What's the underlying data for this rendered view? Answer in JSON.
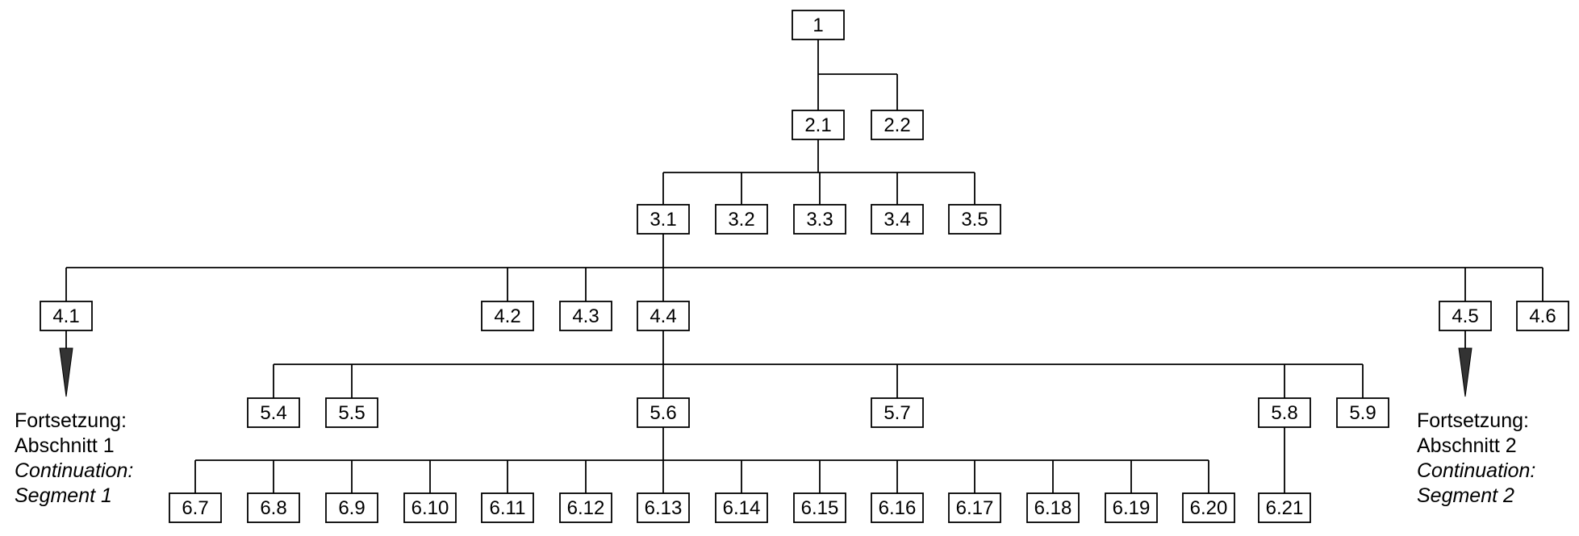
{
  "nodes": [
    {
      "id": "1",
      "label": "1"
    },
    {
      "id": "2.1",
      "label": "2.1"
    },
    {
      "id": "2.2",
      "label": "2.2"
    },
    {
      "id": "3.1",
      "label": "3.1"
    },
    {
      "id": "3.2",
      "label": "3.2"
    },
    {
      "id": "3.3",
      "label": "3.3"
    },
    {
      "id": "3.4",
      "label": "3.4"
    },
    {
      "id": "3.5",
      "label": "3.5"
    },
    {
      "id": "4.1",
      "label": "4.1"
    },
    {
      "id": "4.2",
      "label": "4.2"
    },
    {
      "id": "4.3",
      "label": "4.3"
    },
    {
      "id": "4.4",
      "label": "4.4"
    },
    {
      "id": "4.5",
      "label": "4.5"
    },
    {
      "id": "4.6",
      "label": "4.6"
    },
    {
      "id": "5.4",
      "label": "5.4"
    },
    {
      "id": "5.5",
      "label": "5.5"
    },
    {
      "id": "5.6",
      "label": "5.6"
    },
    {
      "id": "5.7",
      "label": "5.7"
    },
    {
      "id": "5.8",
      "label": "5.8"
    },
    {
      "id": "5.9",
      "label": "5.9"
    },
    {
      "id": "6.7",
      "label": "6.7"
    },
    {
      "id": "6.8",
      "label": "6.8"
    },
    {
      "id": "6.9",
      "label": "6.9"
    },
    {
      "id": "6.10",
      "label": "6.10"
    },
    {
      "id": "6.11",
      "label": "6.11"
    },
    {
      "id": "6.12",
      "label": "6.12"
    },
    {
      "id": "6.13",
      "label": "6.13"
    },
    {
      "id": "6.14",
      "label": "6.14"
    },
    {
      "id": "6.15",
      "label": "6.15"
    },
    {
      "id": "6.16",
      "label": "6.16"
    },
    {
      "id": "6.17",
      "label": "6.17"
    },
    {
      "id": "6.18",
      "label": "6.18"
    },
    {
      "id": "6.19",
      "label": "6.19"
    },
    {
      "id": "6.20",
      "label": "6.20"
    },
    {
      "id": "6.21",
      "label": "6.21"
    }
  ],
  "edges": [
    {
      "parent": "1",
      "children": [
        "2.1",
        "2.2"
      ]
    },
    {
      "parent": "2.1",
      "children": [
        "3.1",
        "3.2",
        "3.3",
        "3.4",
        "3.5"
      ]
    },
    {
      "parent": "3.1",
      "children": [
        "4.1",
        "4.2",
        "4.3",
        "4.4",
        "4.5",
        "4.6"
      ]
    },
    {
      "parent": "4.4",
      "children": [
        "5.4",
        "5.5",
        "5.6",
        "5.7",
        "5.8",
        "5.9"
      ]
    },
    {
      "parent": "5.6",
      "children": [
        "6.7",
        "6.8",
        "6.9",
        "6.10",
        "6.11",
        "6.12",
        "6.13",
        "6.14",
        "6.15",
        "6.16",
        "6.17",
        "6.18",
        "6.19",
        "6.20"
      ]
    },
    {
      "parent": "5.8",
      "children": [
        "6.21"
      ]
    }
  ],
  "continuations": [
    {
      "from": "4.1",
      "lines": [
        "Fortsetzung:",
        "Abschnitt 1",
        "Continuation:",
        "Segment 1"
      ]
    },
    {
      "from": "4.5",
      "lines": [
        "Fortsetzung:",
        "Abschnitt 2",
        "Continuation:",
        "Segment 2"
      ]
    }
  ]
}
